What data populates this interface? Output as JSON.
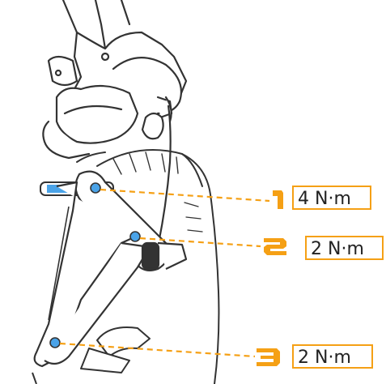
{
  "diagram": {
    "callouts": [
      {
        "number": "1",
        "torque": "4 N·m"
      },
      {
        "number": "2",
        "torque": "2 N·m"
      },
      {
        "number": "3",
        "torque": "2 N·m"
      }
    ],
    "colors": {
      "callout_accent": "#f5a015",
      "highlight": "#4aa3e8",
      "line_art": "#333333"
    }
  }
}
